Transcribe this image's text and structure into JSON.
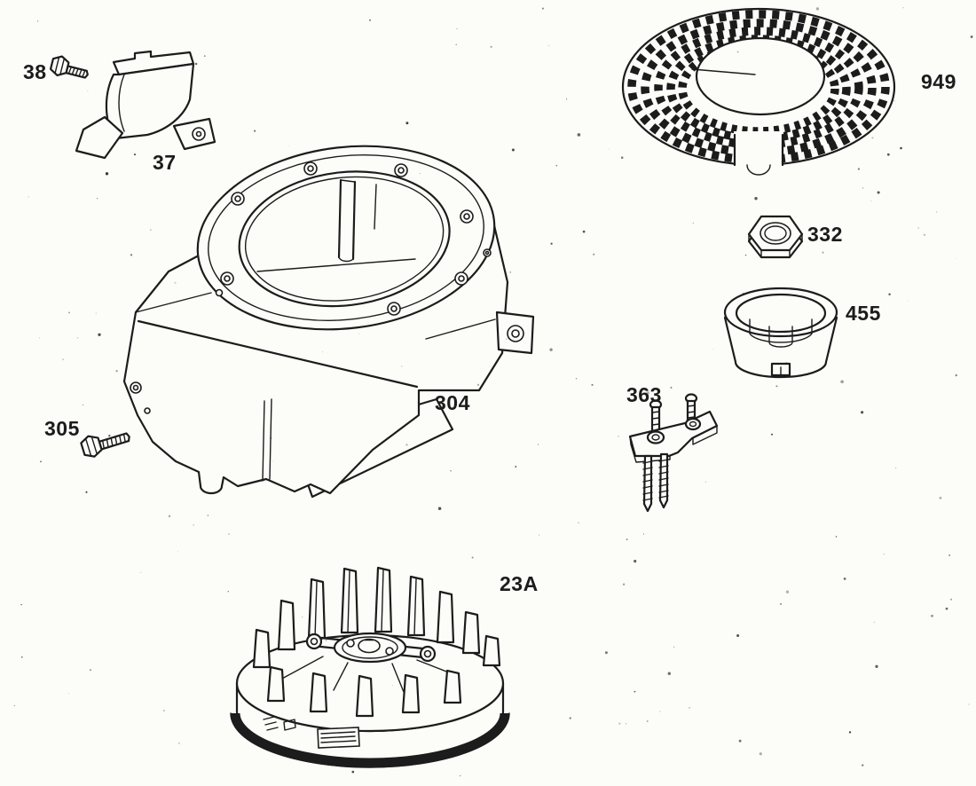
{
  "page": {
    "background": "#fcfcf9",
    "ink": "#1c1c1c"
  },
  "parts": [
    {
      "label": "38"
    },
    {
      "label": "37"
    },
    {
      "label": "949"
    },
    {
      "label": "332"
    },
    {
      "label": "455"
    },
    {
      "label": "304"
    },
    {
      "label": "363"
    },
    {
      "label": "305"
    },
    {
      "label": "23A"
    }
  ]
}
